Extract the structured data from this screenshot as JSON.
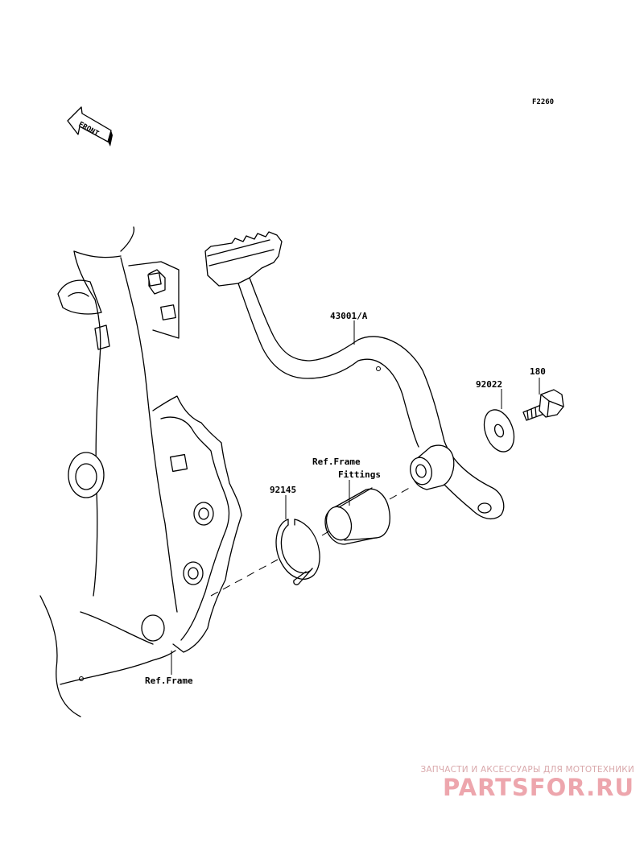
{
  "diagram": {
    "code": "F2260",
    "front_label": "FRONT",
    "parts": {
      "pedal": "43001/A",
      "washer": "92022",
      "bolt": "180",
      "circlip": "92145",
      "fittings_line1": "Ref.Frame",
      "fittings_line2": "Fittings",
      "frame": "Ref.Frame"
    }
  },
  "watermark": {
    "tagline": "ЗАПЧАСТИ И АКСЕССУАРЫ ДЛЯ МОТОТЕХНИКИ",
    "logo": "PARTSFOR.RU",
    "color": "#eda6ad"
  }
}
